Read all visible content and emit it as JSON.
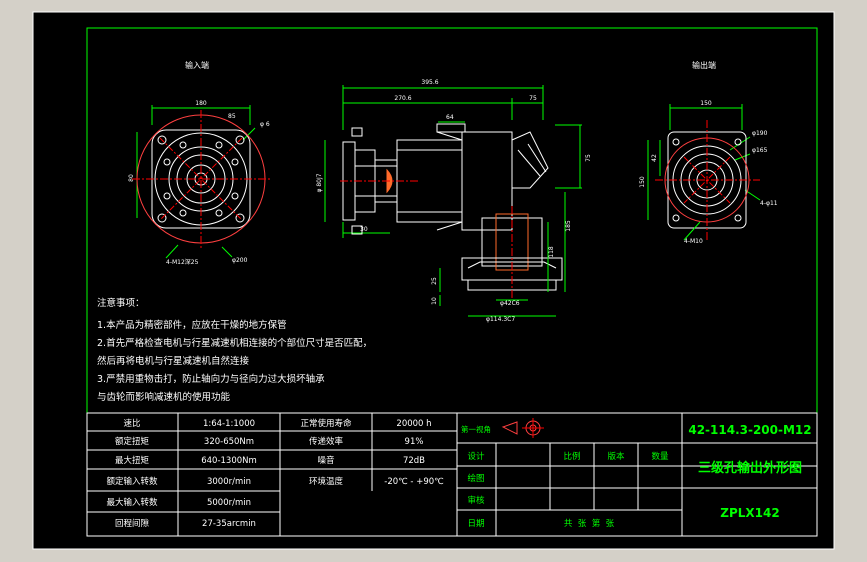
{
  "colors": {
    "background": "#000000",
    "frame": "#ffffff",
    "line": "#ffffff",
    "border": "#00ff00",
    "dim": "#00ff00",
    "part": "#ff4040",
    "center": "#ff0000",
    "fill": "#ff6a2a",
    "text": "#ffffff",
    "title": "#00ff00"
  },
  "views": {
    "input_label": "输入端",
    "output_label": "输出端"
  },
  "dims": {
    "d_180": "180",
    "d_80": "80",
    "d_85": "85",
    "d_4m12": "4-M12深25",
    "d_phi200": "φ200",
    "d_395_6": "395.6",
    "d_270_6": "270.6",
    "d_75a": "75",
    "d_64": "64",
    "d_30": "30",
    "d_phi80j7": "φ 80J7",
    "d_75b": "75",
    "d_185": "185",
    "d_118": "118",
    "d_25": "25",
    "d_10": "10",
    "d_phi42c6": "φ42C6",
    "d_phi114": "φ114.3C7",
    "d_150": "150",
    "d_42": "42",
    "d_phi190": "φ190",
    "d_phi165": "φ165",
    "d_phi150": "φ150",
    "d_4phi11": "4-φ11",
    "d_4m10": "4-M10"
  },
  "notes": {
    "heading": "注意事项：",
    "line1": "1.本产品为精密部件，应放在干燥的地方保管",
    "line2": "2.首先严格检查电机与行星减速机相连接的个部位尺寸是否匹配，",
    "line3": "然后再将电机与行星减速机自然连接",
    "line4": "3.严禁用重物击打，防止轴向力与径向力过大损坏轴承",
    "line5": "与齿轮而影响减速机的使用功能"
  },
  "specs": {
    "rows": [
      {
        "label": "速比",
        "value": "1:64-1:1000"
      },
      {
        "label": "额定扭矩",
        "value": "320-650Nm"
      },
      {
        "label": "最大扭矩",
        "value": "640-1300Nm"
      },
      {
        "label": "额定输入转数",
        "value": "3000r/min"
      },
      {
        "label": "最大输入转数",
        "value": "5000r/min"
      },
      {
        "label": "回程间隙",
        "value": "27-35arcmin"
      }
    ],
    "rows2": [
      {
        "label": "正常使用寿命",
        "value": "20000 h"
      },
      {
        "label": "传递效率",
        "value": "91%"
      },
      {
        "label": "噪音",
        "value": "72dB"
      },
      {
        "label": "环境温度",
        "value": "-20℃ - +90℃"
      }
    ]
  },
  "title_block": {
    "first_angle": "第一视角",
    "design": "设计",
    "drawing": "绘图",
    "review": "审核",
    "date": "日期",
    "scale": "比例",
    "version": "版本",
    "quantity": "数量",
    "sheets": "共  张  第  张",
    "model_code": "42-114.3-200-M12",
    "title": "三级孔输出外形图",
    "product": "ZPLX142"
  }
}
